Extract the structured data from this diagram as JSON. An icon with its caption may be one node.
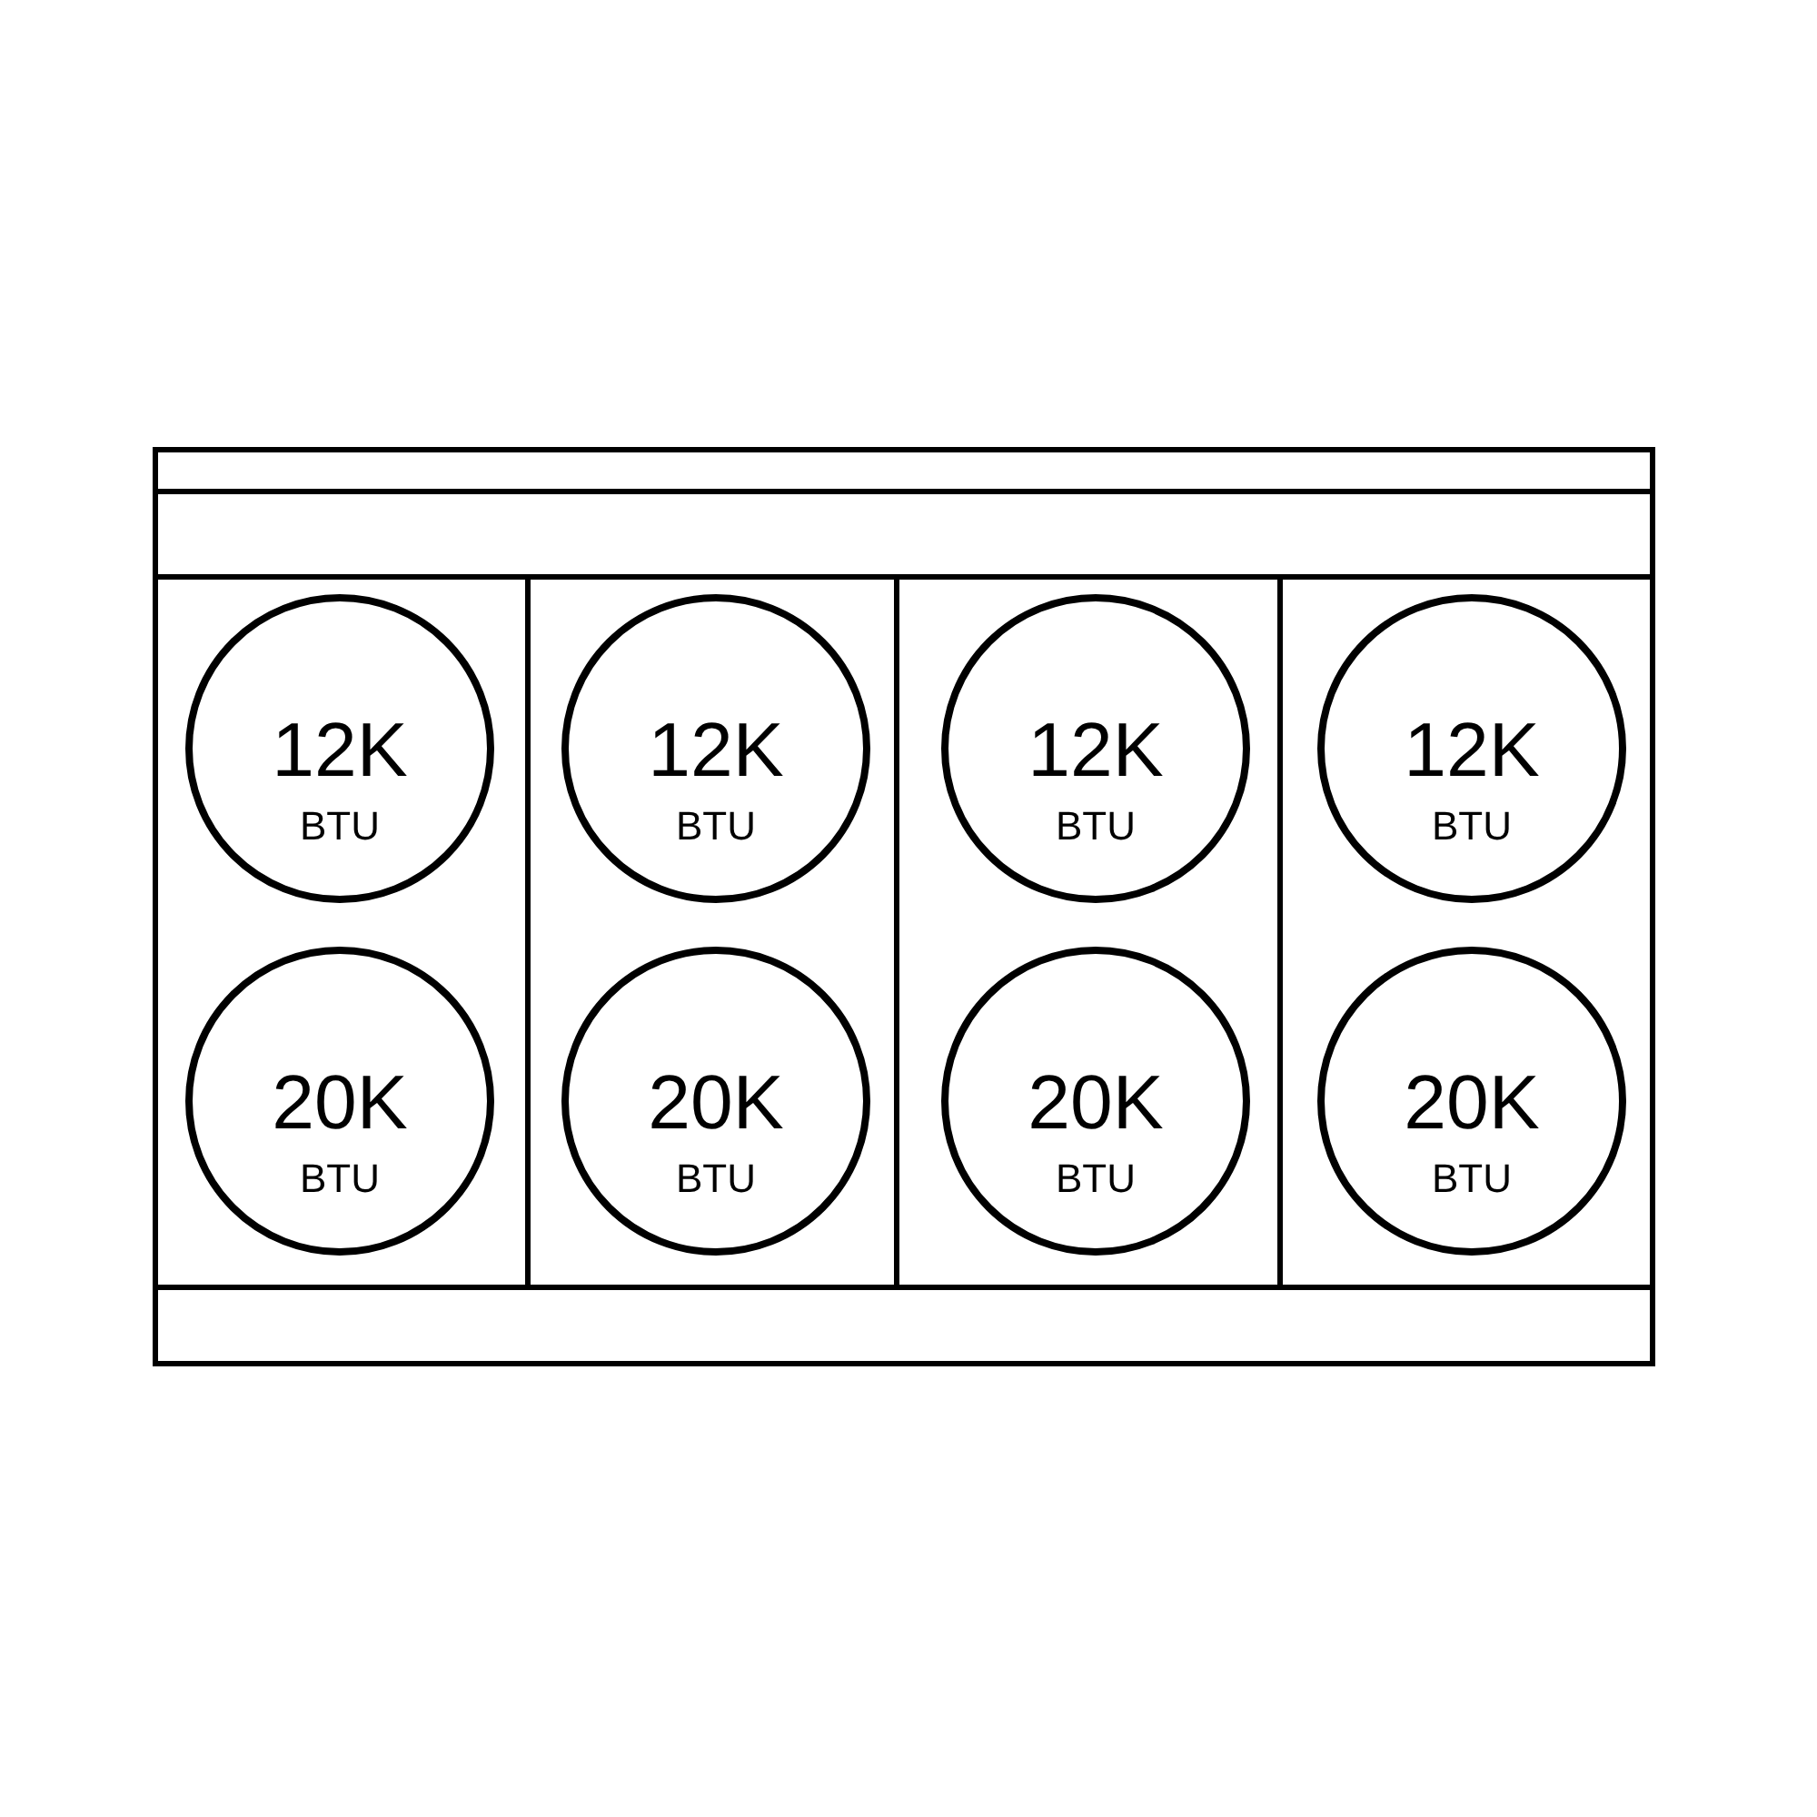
{
  "diagram": {
    "nodes": [
      {
        "text": [],
        "shape": "box"
      },
      {
        "text": [],
        "shape": "box",
        "in": 0
      },
      {
        "text": [
          "12K",
          "BTU"
        ],
        "in": 1
      },
      {
        "text": [
          "20K",
          "BTU"
        ],
        "in": 1
      },
      {
        "text": [],
        "shape": "box",
        "in": 0
      },
      {
        "text": [
          "12K",
          "BTU"
        ],
        "in": 4
      },
      {
        "text": [
          "20K",
          "BTU"
        ],
        "in": 4
      },
      {
        "text": [],
        "shape": "box",
        "in": 0
      },
      {
        "text": [
          "12K",
          "BTU"
        ],
        "in": 7
      },
      {
        "text": [
          "20K",
          "BTU"
        ],
        "in": 7
      },
      {
        "text": [],
        "shape": "box",
        "in": 0
      },
      {
        "text": [
          "12K",
          "BTU"
        ],
        "in": 10
      },
      {
        "text": [
          "20K",
          "BTU"
        ],
        "in": 10
      }
    ],
    "edges": []
  }
}
